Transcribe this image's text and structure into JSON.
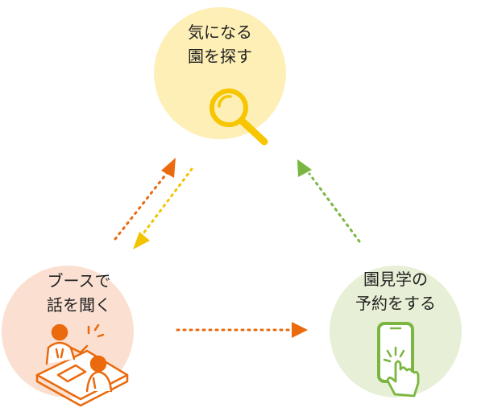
{
  "nodes": {
    "search": {
      "line1": "気になる",
      "line2": "園を探す",
      "color": "#fdefb6",
      "accent": "#f7c600",
      "icon": "magnifier-icon"
    },
    "booth": {
      "line1": "ブースで",
      "line2": "話を聞く",
      "color": "#fbe0d2",
      "accent": "#ea6a0d",
      "icon": "consultation-icon"
    },
    "visit": {
      "line1": "園見学の",
      "line2": "予約をする",
      "color": "#e7f0d6",
      "accent": "#7ab640",
      "icon": "smartphone-tap-icon"
    }
  },
  "arrows": {
    "booth_to_search": "#ea6a0d",
    "search_to_booth": "#f2c400",
    "booth_to_visit": "#ea6a0d",
    "visit_to_search": "#7ab640"
  }
}
